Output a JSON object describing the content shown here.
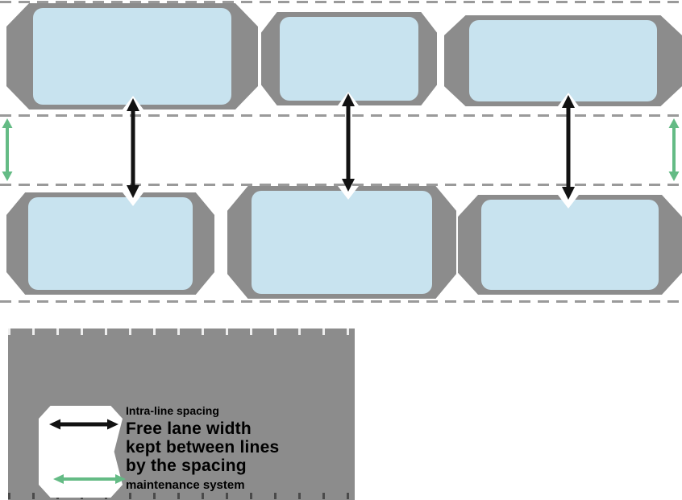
{
  "colors": {
    "vehicle_gray": "#8c8c8c",
    "cabin_blue": "#c8e3ef",
    "lane_dash": "#9a9a9a",
    "arrow_black": "#121212",
    "arrow_green": "#64bb85",
    "legend_bg": "#8c8c8c",
    "legend_vehicle_white": "#ffffff"
  },
  "legend": {
    "black_arrow_label": "Intra-line spacing",
    "bold_lines": [
      "Free lane width",
      "kept between lines",
      "by the spacing"
    ],
    "footer": "maintenance system"
  }
}
